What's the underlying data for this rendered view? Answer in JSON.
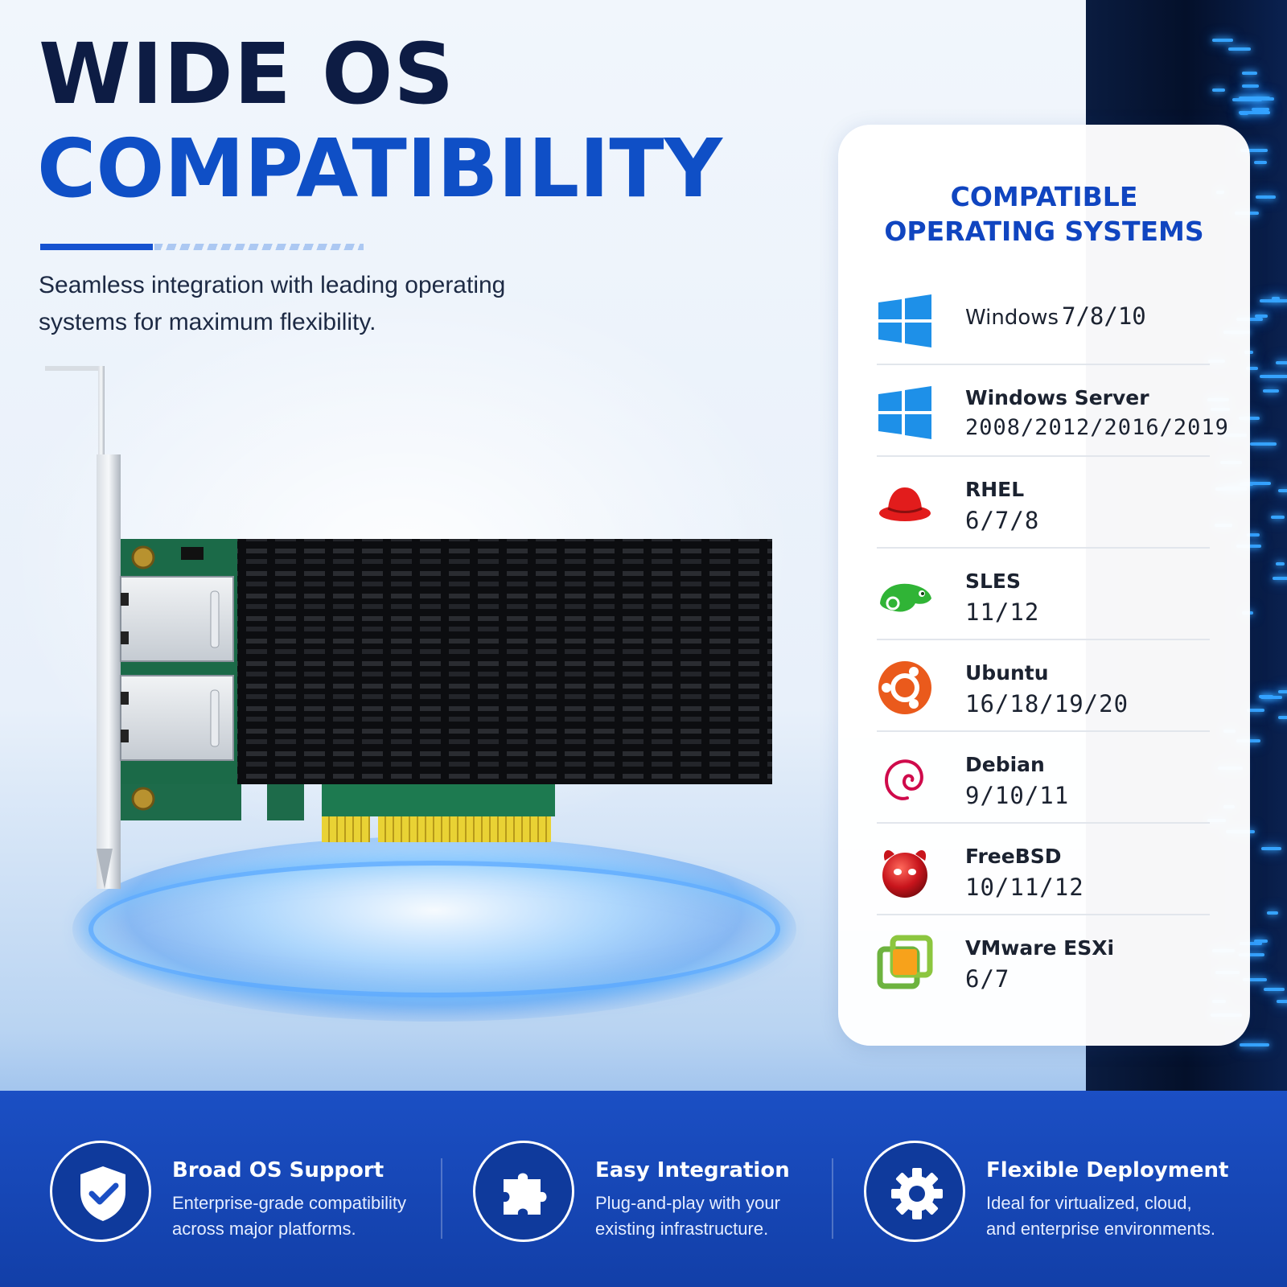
{
  "header": {
    "title_line1": "WIDE OS",
    "title_line2": "COMPATIBILITY",
    "subtitle_line1": "Seamless integration with leading operating",
    "subtitle_line2": "systems for maximum flexibility."
  },
  "colors": {
    "navy": "#0d1c44",
    "brand_blue": "#0f4fc6",
    "band_blue": "#1b4fc4"
  },
  "os_panel": {
    "heading_line1": "COMPATIBLE",
    "heading_line2": "OPERATING SYSTEMS",
    "items": [
      {
        "name": "Windows",
        "versions": "7/8/10",
        "icon": "windows-icon"
      },
      {
        "name": "Windows Server",
        "versions": "2008/2012/2016/2019",
        "icon": "windows-server-icon"
      },
      {
        "name": "RHEL",
        "versions": "6/7/8",
        "icon": "redhat-icon"
      },
      {
        "name": "SLES",
        "versions": "11/12",
        "icon": "suse-chameleon-icon"
      },
      {
        "name": "Ubuntu",
        "versions": "16/18/19/20",
        "icon": "ubuntu-icon"
      },
      {
        "name": "Debian",
        "versions": "9/10/11",
        "icon": "debian-swirl-icon"
      },
      {
        "name": "FreeBSD",
        "versions": "10/11/12",
        "icon": "freebsd-daemon-icon"
      },
      {
        "name": "VMware ESXi",
        "versions": "6/7",
        "icon": "vmware-icon"
      }
    ]
  },
  "features": [
    {
      "title": "Broad OS Support",
      "desc_line1": "Enterprise-grade compatibility",
      "desc_line2": "across major platforms.",
      "icon": "shield-check-icon"
    },
    {
      "title": "Easy Integration",
      "desc_line1": "Plug-and-play with your",
      "desc_line2": "existing infrastructure.",
      "icon": "puzzle-piece-icon"
    },
    {
      "title": "Flexible Deployment",
      "desc_line1": "Ideal for virtualized, cloud,",
      "desc_line2": "and enterprise environments.",
      "icon": "gear-icon"
    }
  ]
}
